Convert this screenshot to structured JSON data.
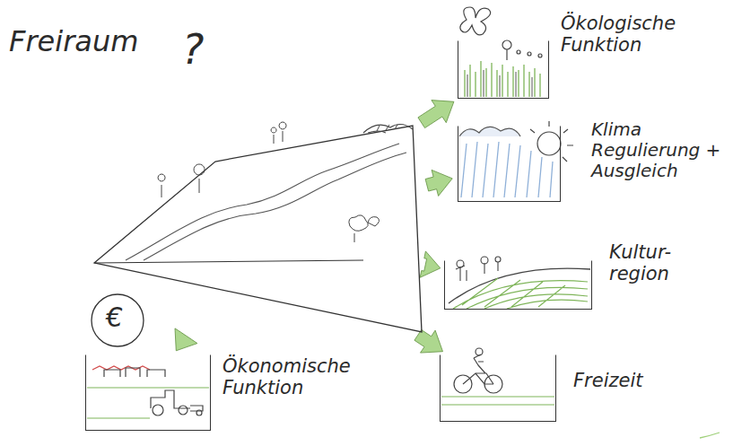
{
  "diagram": {
    "nodes": [
      {
        "text": [
          "Freiraum"
        ]
      },
      {
        "text": [
          "Ökologische Funktion"
        ]
      },
      {
        "text": [
          "Klima Regulierung + Ausgleich"
        ]
      },
      {
        "text": [
          "Kultur- region"
        ]
      },
      {
        "text": [
          "Ökonomische Funktion"
        ]
      },
      {
        "text": [
          "Freizeit"
        ]
      }
    ],
    "edges": [
      {
        "from": 0,
        "to": 1,
        "arrow": "to"
      },
      {
        "from": 0,
        "to": 2,
        "arrow": "to"
      },
      {
        "from": 0,
        "to": 3,
        "arrow": "to"
      },
      {
        "from": 0,
        "to": 4,
        "arrow": "to"
      },
      {
        "from": 0,
        "to": 5,
        "arrow": "to"
      }
    ],
    "labels": [
      "?",
      "€"
    ]
  }
}
